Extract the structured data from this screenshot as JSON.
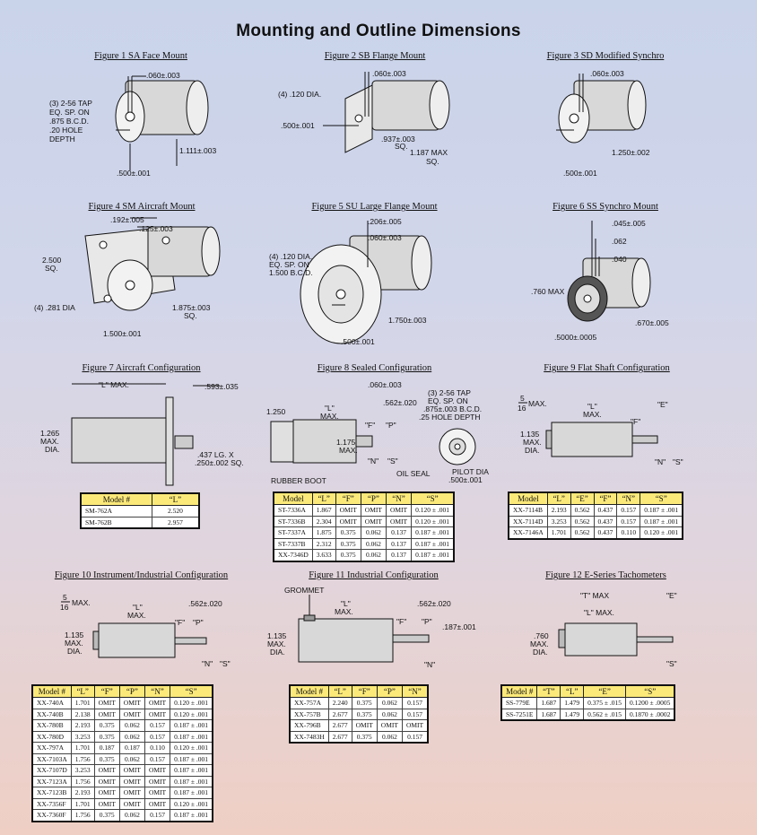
{
  "page_title": "Mounting and Outline Dimensions",
  "figures": {
    "f1": {
      "caption": "Figure 1 SA Face Mount",
      "dims": [
        "(3) 2-56 TAP",
        "EQ. SP. ON",
        ".875 B.C.D.",
        ".20 HOLE",
        "DEPTH",
        ".060±.003",
        "1.111±.003",
        ".500±.001"
      ]
    },
    "f2": {
      "caption": "Figure 2 SB Flange Mount",
      "dims": [
        "(4) .120 DIA.",
        ".060±.003",
        ".500±.001",
        ".937±.003",
        "SQ.",
        "1.187 MAX",
        "SQ."
      ]
    },
    "f3": {
      "caption": "Figure 3 SD Modified Synchro",
      "dims": [
        ".060±.003",
        "1.250±.002",
        ".500±.001"
      ]
    },
    "f4": {
      "caption": "Figure 4 SM Aircraft Mount",
      "dims": [
        ".192±.005",
        ".125±.003",
        "2.500",
        "SQ.",
        "(4) .281 DIA",
        "1.875±.003",
        "SQ.",
        "1.500±.001"
      ]
    },
    "f5": {
      "caption": "Figure 5 SU Large Flange Mount",
      "dims": [
        ".206±.005",
        ".060±.003",
        "(4) .120 DIA.",
        "EQ. SP. ON",
        "1.500 B.C.D.",
        "1.750±.003",
        ".500±.001"
      ]
    },
    "f6": {
      "caption": "Figure 6 SS Synchro Mount",
      "dims": [
        ".045±.005",
        ".062",
        ".040",
        ".760 MAX",
        ".670±.005",
        ".5000±.0005"
      ]
    },
    "f7": {
      "caption": "Figure 7 Aircraft Configuration",
      "dims": [
        "\"L\" MAX.",
        ".593±.035",
        "1.265",
        "MAX.",
        "DIA.",
        ".437 LG. X",
        ".250±.002 SQ."
      ]
    },
    "f8": {
      "caption": "Figure 8 Sealed Configuration",
      "dims": [
        ".060±.003",
        ".562±.020",
        "1.250",
        "\"L\"",
        "MAX.",
        "\"F\"",
        "\"P\"",
        "1.175",
        "MAX.",
        "RUBBER BOOT",
        "\"N\"",
        "\"S\"",
        "(3) 2-56 TAP",
        "EQ. SP. ON",
        ".875±.003 B.C.D.",
        ".25 HOLE DEPTH",
        "OIL SEAL",
        "PILOT DIA",
        ".500±.001"
      ]
    },
    "f9": {
      "caption": "Figure 9 Flat Shaft Configuration",
      "dims": [
        "5",
        "16",
        "MAX.",
        "\"L\"",
        "MAX.",
        "\"E\"",
        "\"F\"",
        "1.135",
        "MAX.",
        "DIA.",
        "\"N\"",
        "\"S\""
      ]
    },
    "f10": {
      "caption": "Figure 10 Instrument/Industrial Configuration",
      "dims": [
        "5",
        "16",
        "MAX.",
        "\"L\"",
        "MAX.",
        ".562±.020",
        "\"F\"",
        "\"P\"",
        "1.135",
        "MAX.",
        "DIA.",
        "\"N\"",
        "\"S\""
      ]
    },
    "f11": {
      "caption": "Figure 11 Industrial Configuration",
      "dims": [
        "GROMMET",
        "\"L\"",
        "MAX.",
        ".562±.020",
        "\"F\"",
        "\"P\"",
        ".187±.001",
        "1.135",
        "MAX.",
        "DIA.",
        "\"N\""
      ]
    },
    "f12": {
      "caption": "Figure 12 E-Series Tachometers",
      "dims": [
        "\"T\" MAX",
        "\"E\"",
        "\"L\" MAX.",
        ".760",
        "MAX.",
        "DIA.",
        "\"S\""
      ]
    }
  },
  "tables": {
    "t7": {
      "headers": [
        "Model #",
        "“L”"
      ],
      "rows": [
        [
          "SM-762A",
          "2.520"
        ],
        [
          "SM-762B",
          "2.957"
        ]
      ]
    },
    "t8": {
      "headers": [
        "Model",
        "“L”",
        "“F”",
        "“P”",
        "“N”",
        "“S”"
      ],
      "rows": [
        [
          "ST-7336A",
          "1.867",
          "OMIT",
          "OMIT",
          "OMIT",
          "0.120 ± .001"
        ],
        [
          "ST-7336B",
          "2.304",
          "OMIT",
          "OMIT",
          "OMIT",
          "0.120 ± .001"
        ],
        [
          "ST-7337A",
          "1.875",
          "0.375",
          "0.062",
          "0.137",
          "0.187 ± .001"
        ],
        [
          "ST-7337B",
          "2.312",
          "0.375",
          "0.062",
          "0.137",
          "0.187 ± .001"
        ],
        [
          "XX-7346D",
          "3.633",
          "0.375",
          "0.062",
          "0.137",
          "0.187 ± .001"
        ]
      ]
    },
    "t9": {
      "headers": [
        "Model",
        "“L”",
        "“E”",
        "“F”",
        "“N”",
        "“S”"
      ],
      "rows": [
        [
          "XX-7114B",
          "2.193",
          "0.562",
          "0.437",
          "0.157",
          "0.187 ± .001"
        ],
        [
          "XX-7114D",
          "3.253",
          "0.562",
          "0.437",
          "0.157",
          "0.187 ± .001"
        ],
        [
          "XX-7146A",
          "1.701",
          "0.562",
          "0.437",
          "0.110",
          "0.120 ± .001"
        ]
      ]
    },
    "t10": {
      "headers": [
        "Model #",
        "“L”",
        "“F”",
        "“P”",
        "“N”",
        "“S”"
      ],
      "rows": [
        [
          "XX-740A",
          "1.701",
          "OMIT",
          "OMIT",
          "OMIT",
          "0.120 ± .001"
        ],
        [
          "XX-740B",
          "2.138",
          "OMIT",
          "OMIT",
          "OMIT",
          "0.120 ± .001"
        ],
        [
          "XX-780B",
          "2.193",
          "0.375",
          "0.062",
          "0.157",
          "0.187 ± .001"
        ],
        [
          "XX-780D",
          "3.253",
          "0.375",
          "0.062",
          "0.157",
          "0.187 ± .001"
        ],
        [
          "XX-797A",
          "1.701",
          "0.187",
          "0.187",
          "0.110",
          "0.120 ± .001"
        ],
        [
          "XX-7103A",
          "1.756",
          "0.375",
          "0.062",
          "0.157",
          "0.187 ± .001"
        ],
        [
          "XX-7107D",
          "3.253",
          "OMIT",
          "OMIT",
          "OMIT",
          "0.187 ± .001"
        ],
        [
          "XX-7123A",
          "1.756",
          "OMIT",
          "OMIT",
          "OMIT",
          "0.187 ± .001"
        ],
        [
          "XX-7123B",
          "2.193",
          "OMIT",
          "OMIT",
          "OMIT",
          "0.187 ± .001"
        ],
        [
          "XX-7356F",
          "1.701",
          "OMIT",
          "OMIT",
          "OMIT",
          "0.120 ± .001"
        ],
        [
          "XX-7360F",
          "1.756",
          "0.375",
          "0.062",
          "0.157",
          "0.187 ± .001"
        ]
      ]
    },
    "t11": {
      "headers": [
        "Model #",
        "“L”",
        "“F”",
        "“P”",
        "“N”"
      ],
      "rows": [
        [
          "XX-757A",
          "2.240",
          "0.375",
          "0.062",
          "0.157"
        ],
        [
          "XX-757B",
          "2.677",
          "0.375",
          "0.062",
          "0.157"
        ],
        [
          "XX-796B",
          "2.677",
          "OMIT",
          "OMIT",
          "OMIT"
        ],
        [
          "XX-7483H",
          "2.677",
          "0.375",
          "0.062",
          "0.157"
        ]
      ]
    },
    "t12": {
      "headers": [
        "Model #",
        "“T”",
        "“L”",
        "“E”",
        "“S”"
      ],
      "rows": [
        [
          "SS-779E",
          "1.687",
          "1.479",
          "0.375 ± .015",
          "0.1200 ± .0005"
        ],
        [
          "SS-7251E",
          "1.687",
          "1.479",
          "0.562 ± .015",
          "0.1870 ± .0002"
        ]
      ]
    }
  }
}
